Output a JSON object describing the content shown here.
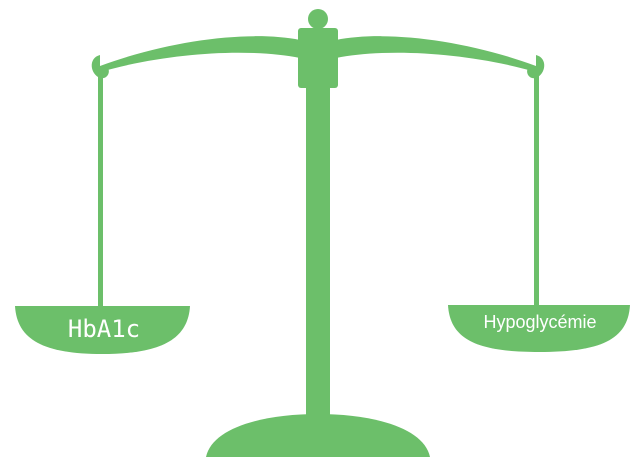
{
  "colors": {
    "scale": "#6cbf6a",
    "label_text": "#ffffff",
    "background": "#ffffff"
  },
  "scale": {
    "left_pan_label": "HbA1c",
    "right_pan_label": "Hypoglycémie",
    "tilt": "level"
  }
}
